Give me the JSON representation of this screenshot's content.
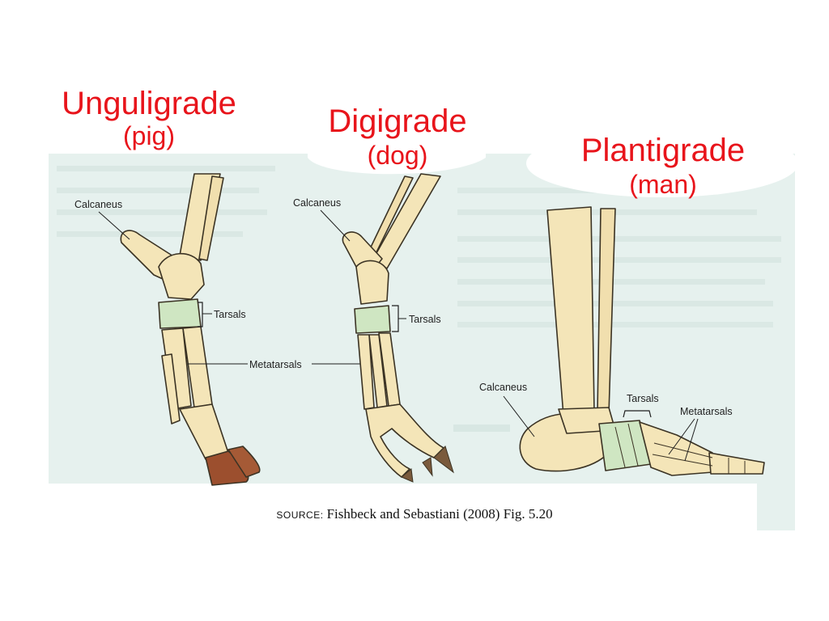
{
  "titles": {
    "unguligrade": {
      "name": "Unguligrade",
      "example": "(pig)"
    },
    "digigrade": {
      "name": "Digigrade",
      "example": "(dog)"
    },
    "plantigrade": {
      "name": "Plantigrade",
      "example": "(man)"
    }
  },
  "labels": {
    "calcaneus": "Calcaneus",
    "tarsals": "Tarsals",
    "metatarsals": "Metatarsals"
  },
  "source": {
    "label": "SOURCE:",
    "citation": "Fishbeck and Sebastiani (2008) Fig. 5.20"
  },
  "colors": {
    "title": "#e8141b",
    "bone": "#f4e5b8",
    "bone_outline": "#3b3324",
    "tarsal_highlight": "#cfe6c2",
    "hoof": "#9c4f2e",
    "claw": "#7a5a3c",
    "background_panel": "#e6f1ee"
  }
}
